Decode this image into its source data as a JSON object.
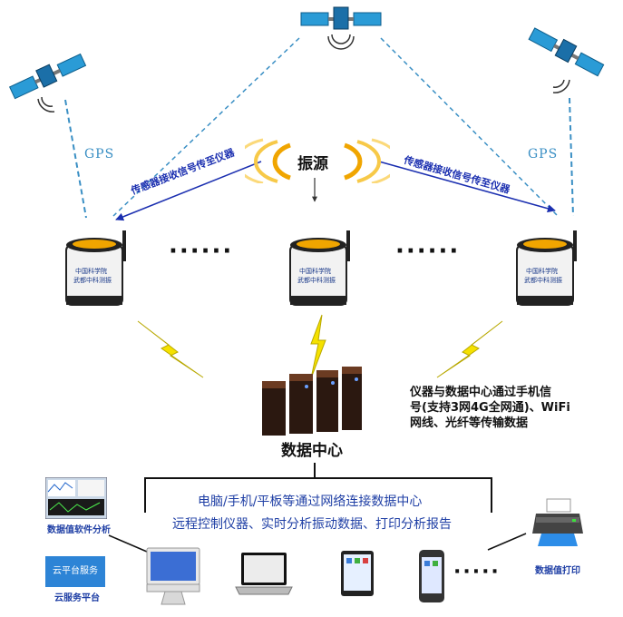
{
  "satellites": [
    {
      "name": "satellite-left"
    },
    {
      "name": "satellite-center"
    },
    {
      "name": "satellite-right"
    }
  ],
  "gps_left": "GPS",
  "gps_right": "GPS",
  "source_label": "振源",
  "signal_left": "传感器接收信号传至仪器",
  "signal_right": "传感器接收信号传至仪器",
  "sensor_text": {
    "line1": "中国科学院",
    "line2": "武都中科测振"
  },
  "sensor_dots_1": "······",
  "sensor_dots_2": "······",
  "transmission_note": [
    "仪器与数据中心通过手机信",
    "号(支持3网4G全网通)、WiFi",
    "网线、光纤等传输数据"
  ],
  "data_center_label": "数据中心",
  "platform_line1": "电脑/手机/平板等通过网络连接数据中心",
  "platform_line2": "远程控制仪器、实时分析振动数据、打印分析报告",
  "software_label": "数据值软件分析",
  "cloud_logo": "云平台服务",
  "cloud_label": "云服务平台",
  "print_label": "数据值打印",
  "devices_dots": "·····",
  "colors": {
    "gps_dashed": "#3a8fc4",
    "arrow_blue": "#1b2fb0",
    "wave_orange": "#f0a500",
    "lightning_yellow": "#f5e100"
  }
}
